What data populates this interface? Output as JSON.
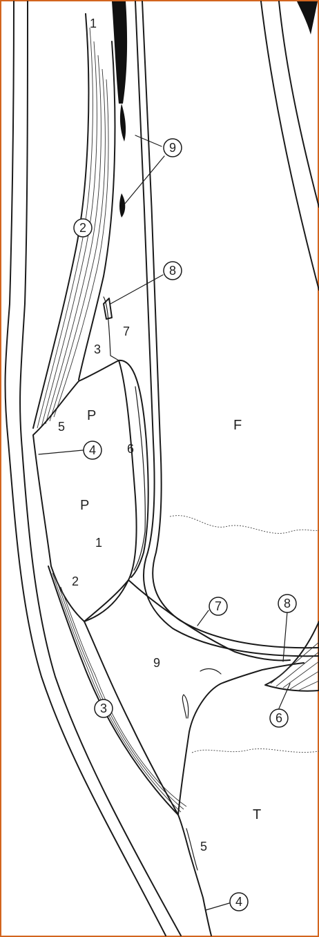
{
  "figure": {
    "region_labels": {
      "femur": "F",
      "patella_upper": "P",
      "patella_lower": "P",
      "tibia": "T"
    },
    "plain_numbers": {
      "n1_top": "1",
      "n3_upper": "3",
      "n7_upper": "7",
      "n5_upper": "5",
      "n6_mid": "6",
      "n1_mid": "1",
      "n2_mid": "2",
      "n9_lower": "9",
      "n5_lower": "5"
    },
    "circled_numbers": {
      "c9": "9",
      "c2": "2",
      "c8_upper": "8",
      "c4_upper": "4",
      "c7_lower": "7",
      "c8_lower": "8",
      "c3_lower": "3",
      "c6_lower": "6",
      "c4_lower": "4"
    }
  },
  "colors": {
    "page_background": "#ffffff",
    "frame_border": "#d2651e",
    "line": "#1a1a1a",
    "dark_fill": "#111111"
  }
}
